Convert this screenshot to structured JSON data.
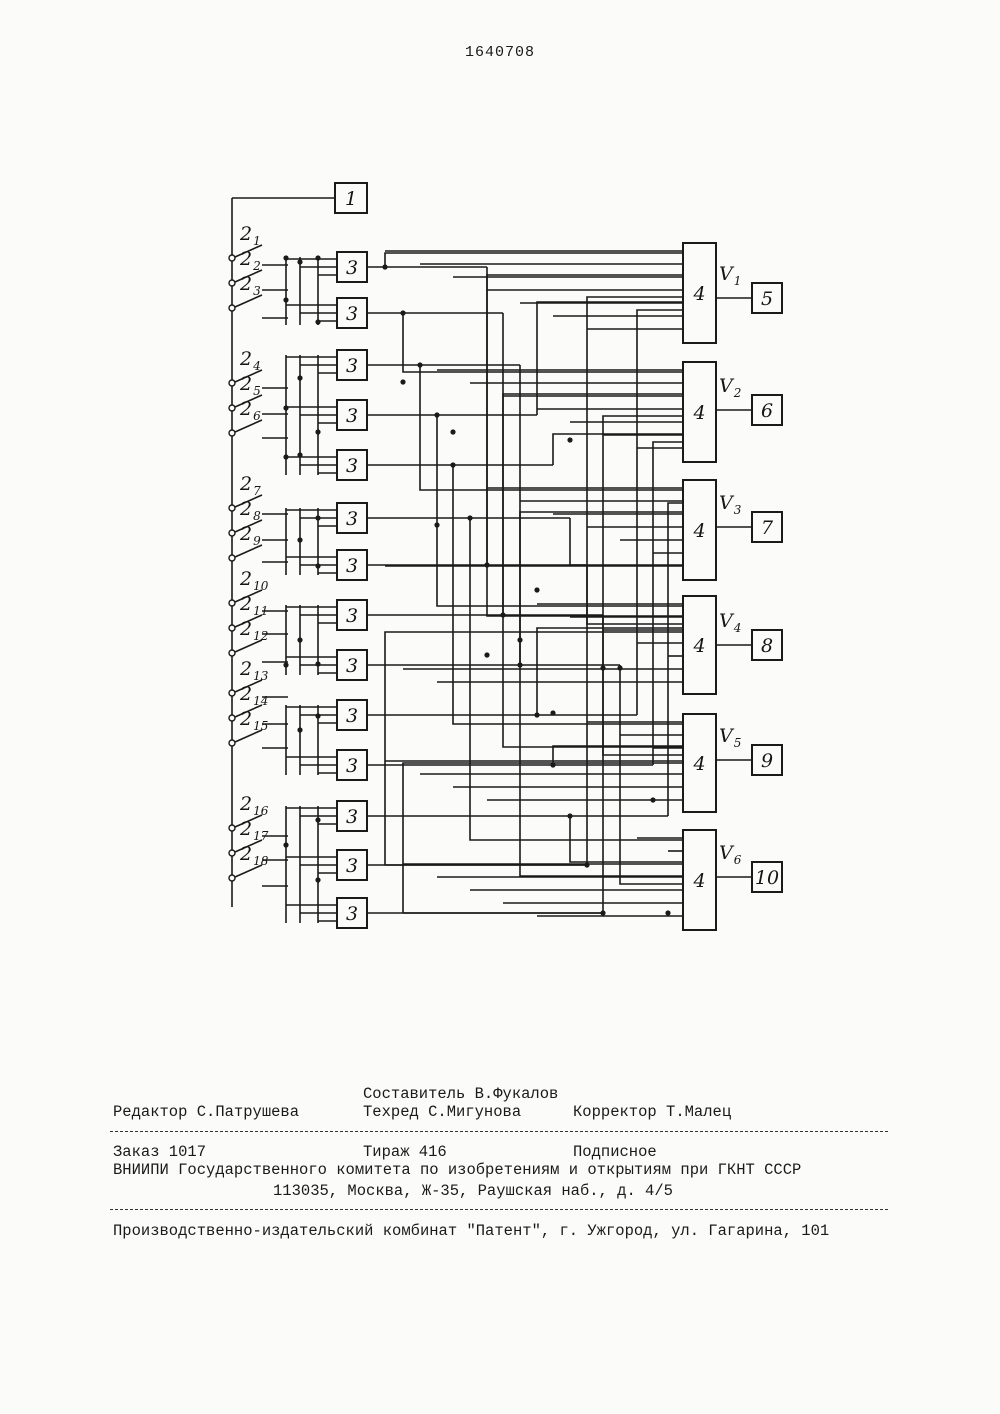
{
  "header": {
    "patent_number": "1640708"
  },
  "diagram": {
    "source_label": "1",
    "switch_labels": [
      "2",
      "2",
      "2",
      "2",
      "2",
      "2",
      "2",
      "2",
      "2",
      "2",
      "2",
      "2",
      "2",
      "2",
      "2",
      "2",
      "2",
      "2"
    ],
    "switch_subscripts": [
      "1",
      "2",
      "3",
      "4",
      "5",
      "6",
      "7",
      "8",
      "9",
      "10",
      "11",
      "12",
      "13",
      "14",
      "15",
      "16",
      "17",
      "18"
    ],
    "gate_label": "3",
    "combiner_label": "4",
    "output_labels": [
      "V",
      "V",
      "V",
      "V",
      "V",
      "V"
    ],
    "output_subscripts": [
      "1",
      "2",
      "3",
      "4",
      "5",
      "6"
    ],
    "indicator_labels": [
      "5",
      "6",
      "7",
      "8",
      "9",
      "10"
    ]
  },
  "imprint": {
    "compiler": "Составитель В.Фукалов",
    "editor": "Редактор С.Патрушева",
    "tech_editor": "Техред С.Мигунова",
    "proofreader": "Корректор Т.Малец",
    "order": "Заказ 1017",
    "print_run": "Тираж 416",
    "subscription": "Подписное",
    "institution": "ВНИИПИ Государственного комитета по изобретениям и открытиям при ГКНТ СССР",
    "address": "113035, Москва, Ж-35, Раушская наб., д. 4/5",
    "publisher": "Производственно-издательский комбинат \"Патент\", г. Ужгород, ул. Гагарина, 101"
  }
}
